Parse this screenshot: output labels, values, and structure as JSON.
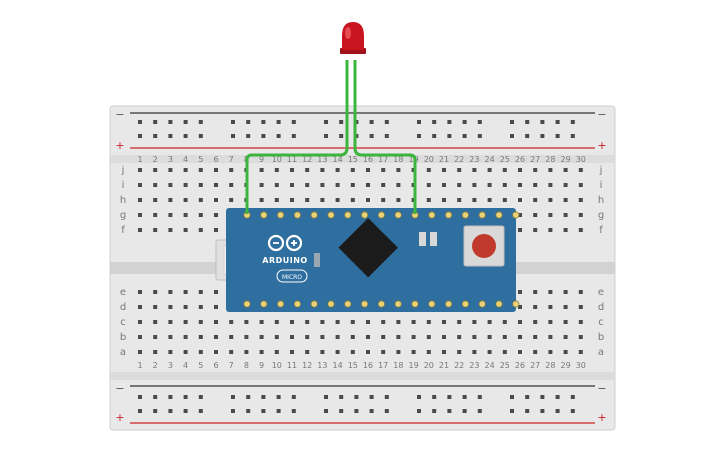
{
  "breadboard": {
    "column_numbers": [
      "1",
      "2",
      "3",
      "4",
      "5",
      "6",
      "7",
      "8",
      "9",
      "10",
      "11",
      "12",
      "13",
      "14",
      "15",
      "16",
      "17",
      "18",
      "19",
      "20",
      "21",
      "22",
      "23",
      "24",
      "25",
      "26",
      "27",
      "28",
      "29",
      "30"
    ],
    "row_letters_top": [
      "j",
      "i",
      "h",
      "g",
      "f"
    ],
    "row_letters_bottom": [
      "e",
      "d",
      "c",
      "b",
      "a"
    ],
    "rail_minus": "−",
    "rail_plus": "+",
    "colors": {
      "body": "#e6e6e6",
      "hole": "#4a4a4a",
      "rail_red": "#cc2222",
      "rail_dark": "#333333",
      "channel": "#d4d4d4"
    }
  },
  "arduino": {
    "name": "Arduino Micro",
    "brand_text": "ARDUINO",
    "model_text": "MICRO",
    "board_color": "#2f6f9f",
    "chip_color": "#1b1b1b",
    "button_color": "#c0392b"
  },
  "led": {
    "color": "red",
    "hex": "#c8141e"
  },
  "wire": {
    "color": "#3bb53b"
  }
}
